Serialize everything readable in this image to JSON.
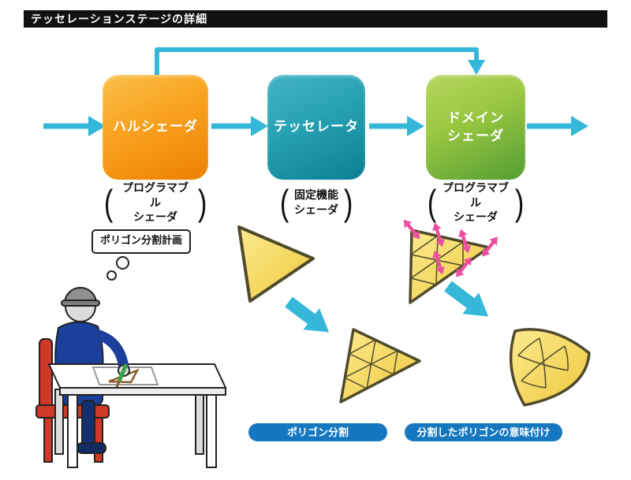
{
  "title": "テッセレーションステージの詳細",
  "parens": {
    "open": "(",
    "close": ")"
  },
  "pipeline": {
    "stages": [
      {
        "label_lines": [
          "ハルシェーダ",
          ""
        ],
        "type_lines": [
          "プログラマブル",
          "シェーダ"
        ],
        "gradient_top": "#f9a523",
        "gradient_bottom": "#ee8000"
      },
      {
        "label_lines": [
          "テッセレータ",
          ""
        ],
        "type_lines": [
          "固定機能",
          "シェーダ"
        ],
        "gradient_top": "#2aa3b6",
        "gradient_bottom": "#0b7f94"
      },
      {
        "label_lines": [
          "ドメイン",
          "シェーダ"
        ],
        "type_lines": [
          "プログラマブル",
          "シェーダ"
        ],
        "gradient_top": "#9bc842",
        "gradient_bottom": "#559e33"
      }
    ]
  },
  "illustration": {
    "thought_bubble": "ポリゴン分割計画",
    "caption_divide": "ポリゴン分割",
    "caption_semantics": "分割したポリゴンの意味付け"
  },
  "colors": {
    "arrow_cyan": "#35b7da",
    "displacement_magenta": "#ec4fa0",
    "caption_blue": "#1577c0",
    "polygon_yellow": "#f2d254",
    "polygon_outline": "#4f4a2c",
    "title_bar_black": "#111111"
  }
}
